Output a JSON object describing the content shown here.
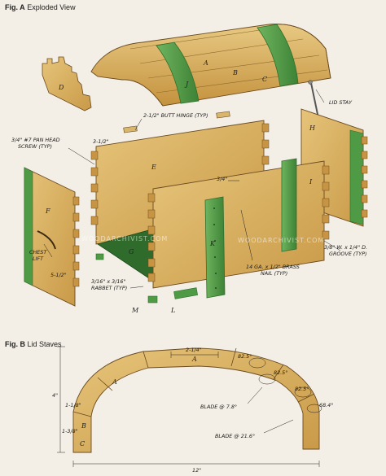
{
  "figA": {
    "prefix": "Fig. A",
    "title": "Exploded View"
  },
  "figB": {
    "prefix": "Fig. B",
    "title": "Lid Staves"
  },
  "parts": {
    "A": "A",
    "B": "B",
    "C": "C",
    "D": "D",
    "E": "E",
    "F": "F",
    "G": "G",
    "H": "H",
    "I": "I",
    "J": "J",
    "K": "K",
    "L": "L",
    "M": "M"
  },
  "labels": {
    "butt_hinge": "2-1/2\" BUTT HINGE (TYP)",
    "lid_stay": "LID STAY",
    "pan_head_screw_1": "3/4\" #7 PAN HEAD",
    "pan_head_screw_2": "SCREW (TYP)",
    "dim_3_half": "3-1/2\"",
    "dim_3_4": "3/4\"",
    "chest_lift_1": "CHEST",
    "chest_lift_2": "LIFT",
    "dim_5_half": "5-1/2\"",
    "groove_1": "3/8\" W. x 1/4\" D.",
    "groove_2": "GROOVE (TYP)",
    "rabbet_1": "3/16\" x 3/16\"",
    "rabbet_2": "RABBET (TYP)",
    "nail_1": "14 GA. x 1/2\" BRASS",
    "nail_2": "NAIL (TYP)"
  },
  "figB_dims": {
    "top": "2-1/4\"",
    "angle1": "82.5°",
    "angle2": "82.5°",
    "angle3": "82.5°",
    "angle4": "68.4°",
    "height": "4\"",
    "side1": "1-1/8\"",
    "side2": "1-3/8\"",
    "width": "12\"",
    "blade1": "BLADE @ 7.8°",
    "blade2": "BLADE @ 21.6°"
  },
  "watermark": "WOODARCHIVIST.COM",
  "colors": {
    "wood": "#d9b566",
    "wood_dark": "#b98c3c",
    "strap": "#4f9a45",
    "strap_dark": "#2f6f2c"
  }
}
